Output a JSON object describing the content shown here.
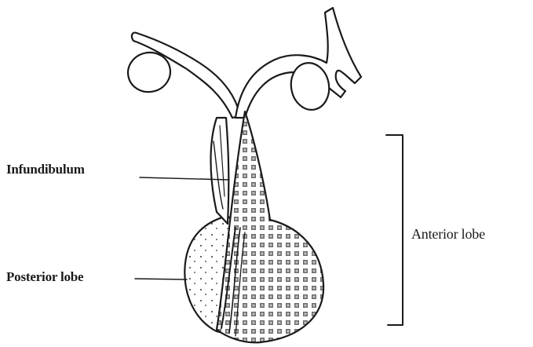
{
  "labels": {
    "infundibulum": "Infundibulum",
    "posterior_lobe": "Posterior lobe",
    "anterior_lobe": "Anterior lobe"
  },
  "colors": {
    "ink": "#1a1a1a",
    "background": "#ffffff"
  }
}
